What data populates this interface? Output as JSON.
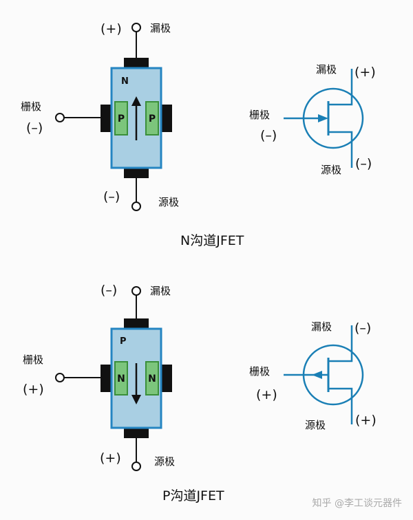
{
  "n_channel": {
    "drain_label": "漏极",
    "drain_polarity": "(+)",
    "gate_label": "栅极",
    "gate_polarity": "(–)",
    "source_label": "源极",
    "source_polarity": "(–)",
    "channel_letter": "N",
    "gate_material": "P",
    "arrow_direction": "up",
    "caption": "N沟道JFET",
    "symbol": {
      "drain_label": "漏极",
      "drain_polarity": "(+)",
      "gate_label": "栅极",
      "gate_polarity": "(–)",
      "source_label": "源极",
      "source_polarity": "(–)",
      "gate_arrow": "inward"
    }
  },
  "p_channel": {
    "drain_label": "漏极",
    "drain_polarity": "(–)",
    "gate_label": "栅极",
    "gate_polarity": "(+)",
    "source_label": "源极",
    "source_polarity": "(+)",
    "channel_letter": "P",
    "gate_material": "N",
    "arrow_direction": "down",
    "caption": "P沟道JFET",
    "symbol": {
      "drain_label": "漏极",
      "drain_polarity": "(–)",
      "gate_label": "栅极",
      "gate_polarity": "(+)",
      "source_label": "源极",
      "source_polarity": "(+)",
      "gate_arrow": "outward"
    }
  },
  "watermark": "知乎 @李工谈元器件",
  "colors": {
    "channel_fill": "#a9cfe3",
    "channel_border": "#2585c2",
    "gate_fill": "#7cc57c",
    "gate_border": "#3a8f3a",
    "contact": "#111111",
    "symbol_stroke": "#1a7fb5"
  }
}
